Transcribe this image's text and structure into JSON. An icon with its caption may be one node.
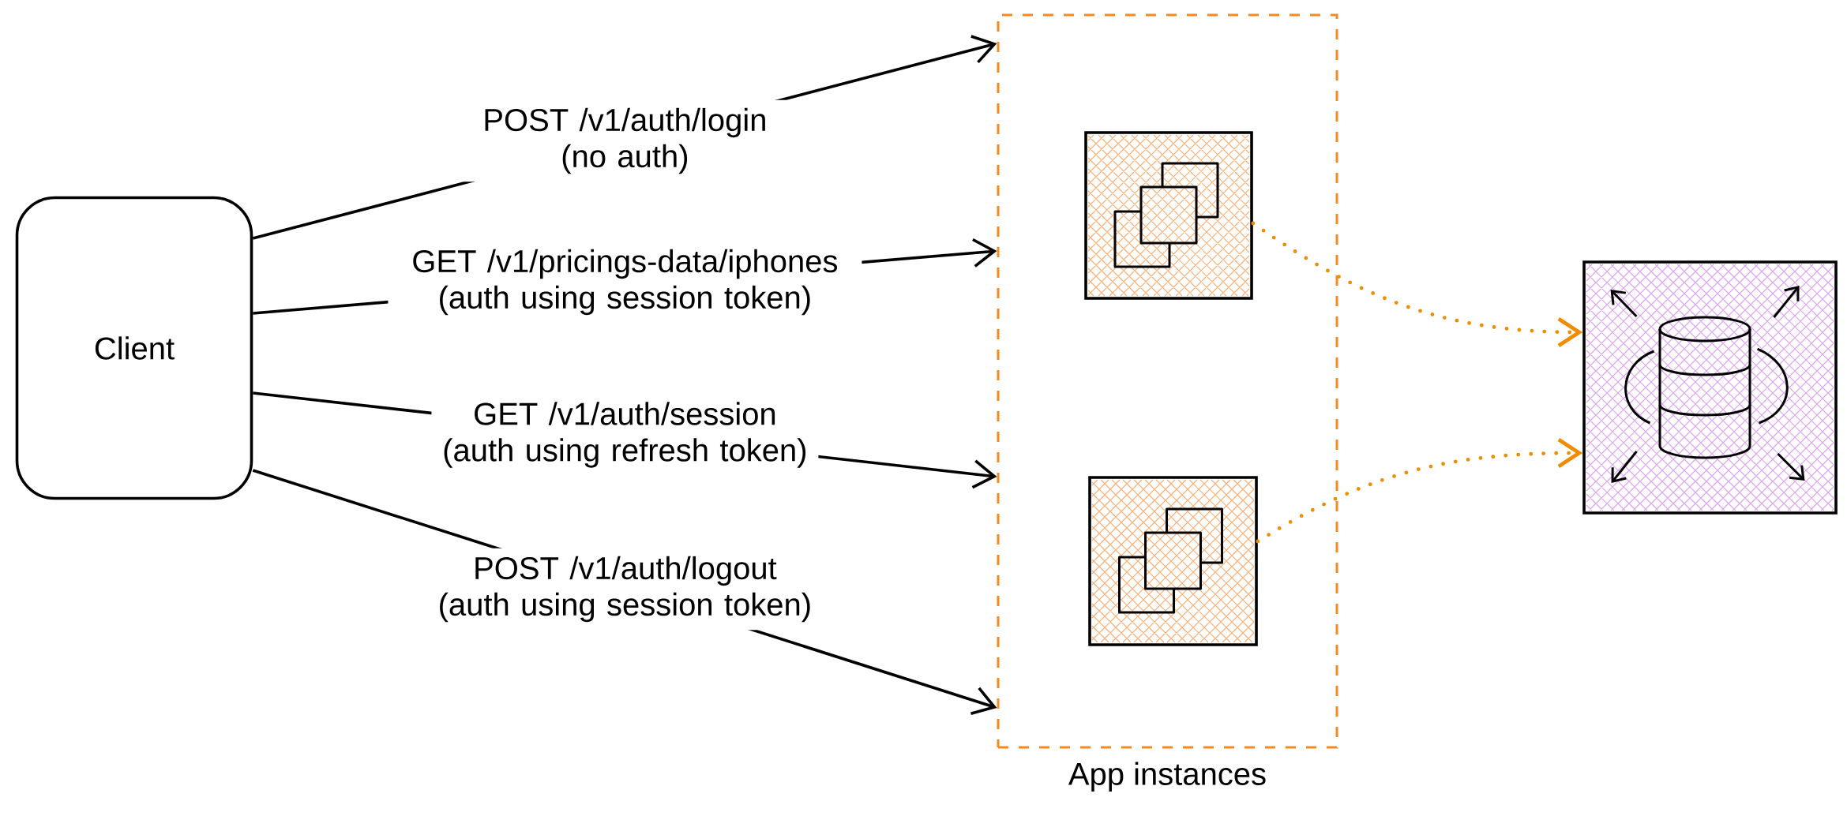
{
  "diagram": {
    "nodes": [
      {
        "text": [
          "Client"
        ]
      },
      {
        "text": [
          "App instances"
        ]
      },
      {
        "text": [],
        "shape": "box",
        "in": 1
      },
      {
        "text": [],
        "shape": "box",
        "in": 1
      },
      {
        "text": [],
        "shape": "box"
      }
    ],
    "edges": [
      {
        "from": 0,
        "to": 1,
        "arrow": "to",
        "label": "POST /v1/auth/login (no auth)"
      },
      {
        "from": 0,
        "to": 1,
        "arrow": "to",
        "label": "GET /v1/pricings-data/iphones (auth using session token)"
      },
      {
        "from": 0,
        "to": 1,
        "arrow": "to",
        "label": "GET /v1/auth/session (auth using refresh token)"
      },
      {
        "from": 0,
        "to": 1,
        "arrow": "to",
        "label": "POST /v1/auth/logout (auth using session token)"
      },
      {
        "from": 2,
        "to": 4,
        "arrow": "to",
        "style": "dashed",
        "color": "#f08c00"
      },
      {
        "from": 3,
        "to": 4,
        "arrow": "to",
        "style": "dashed",
        "color": "#f08c00"
      }
    ]
  }
}
